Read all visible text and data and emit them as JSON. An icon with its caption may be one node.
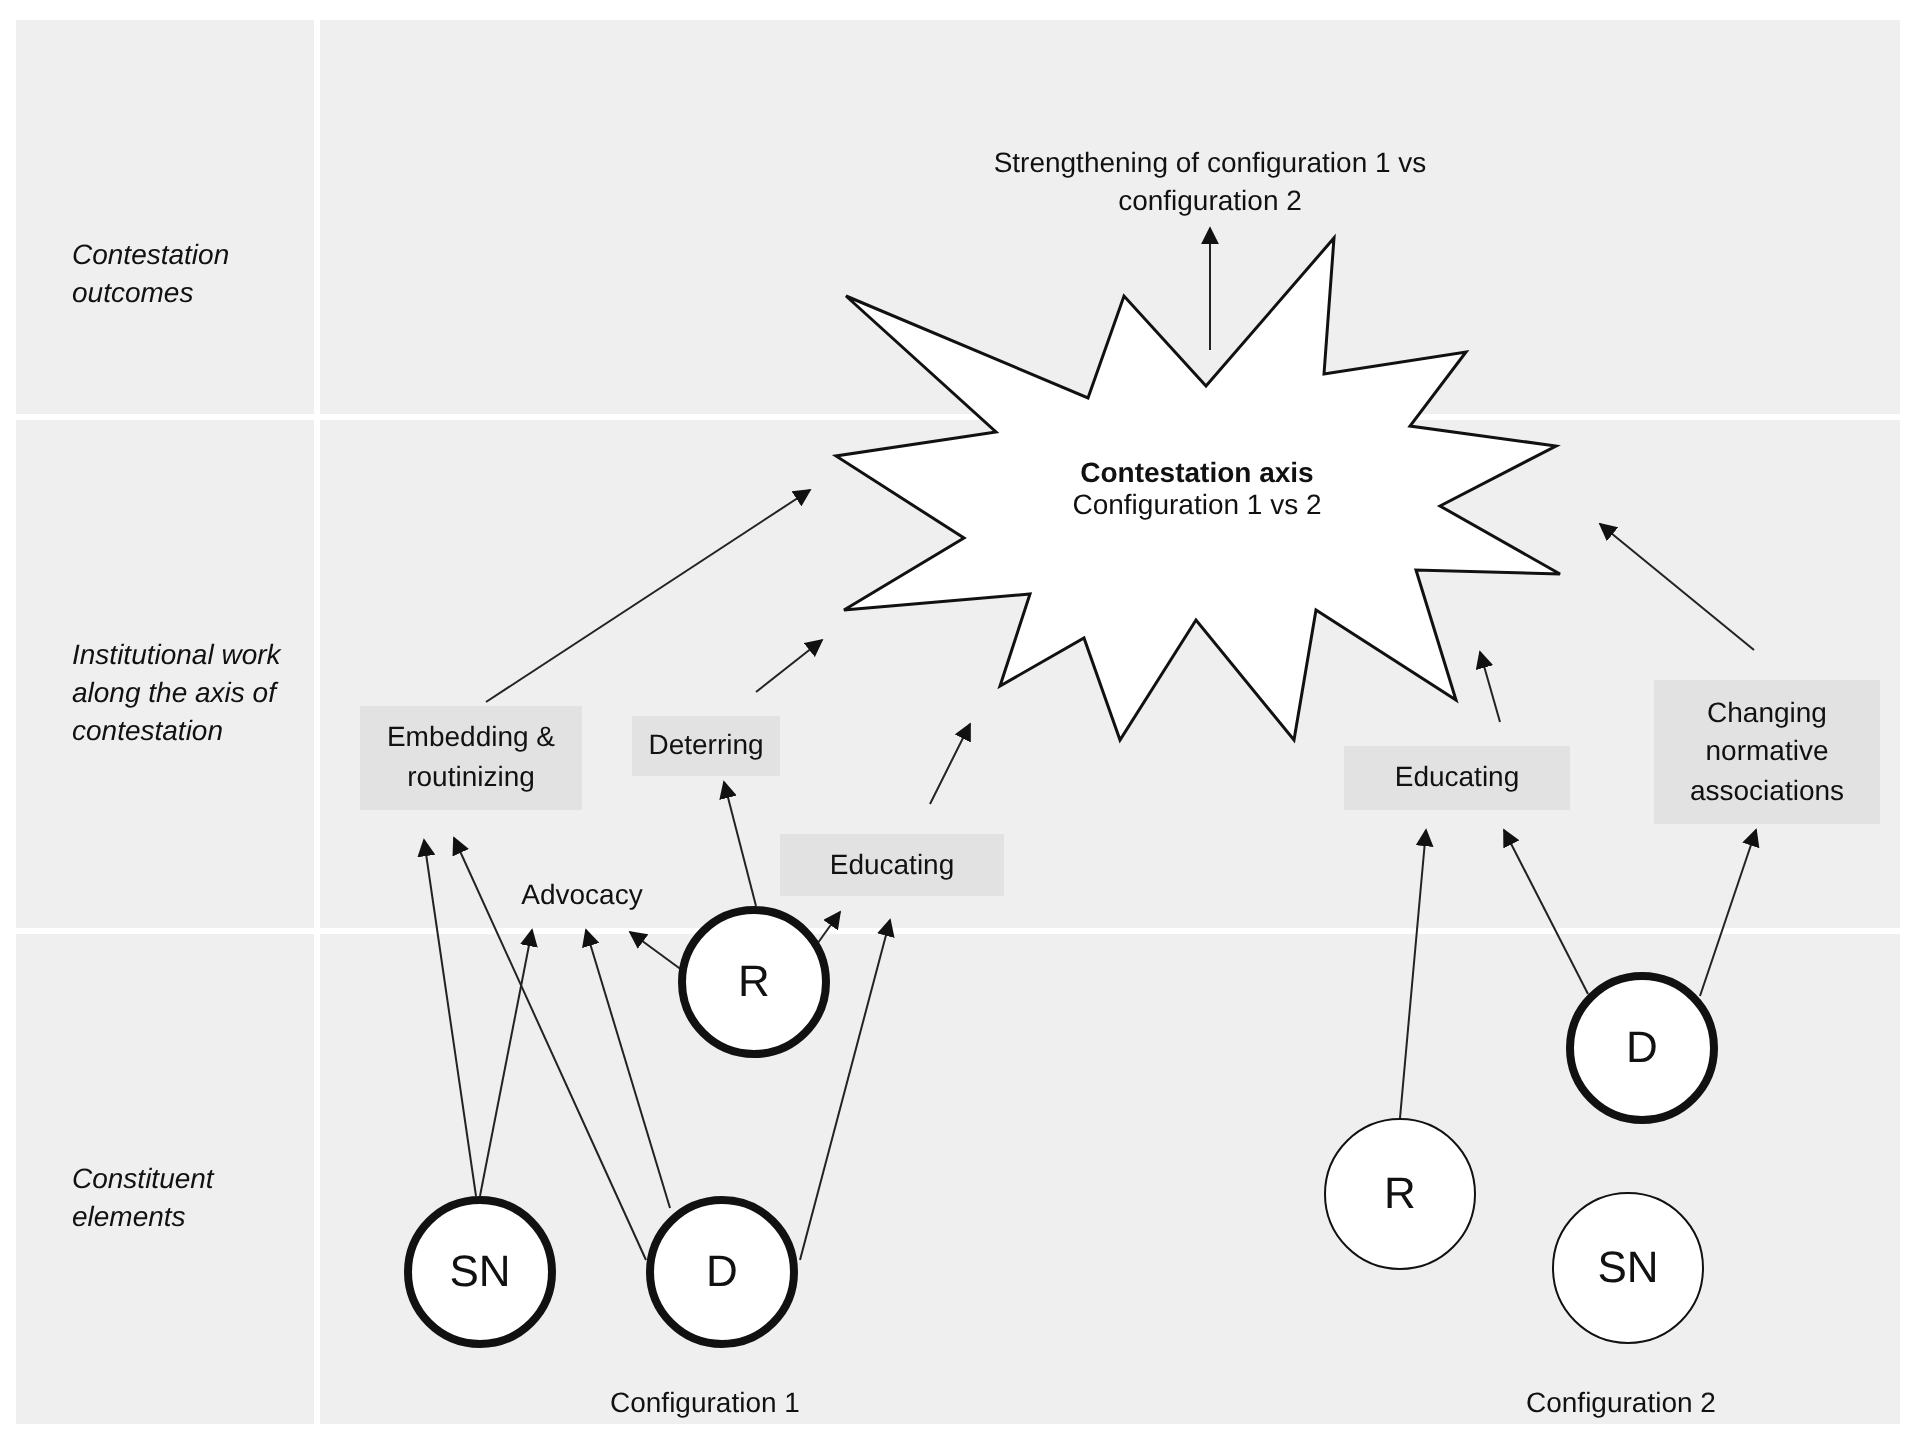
{
  "diagram": {
    "nodes": [
      {
        "text": [
          "Strengthening of configuration 1 vs configuration 2"
        ]
      },
      {
        "text": [
          "Contestation axis",
          "Configuration 1 vs 2"
        ]
      },
      {
        "text": [
          "Embedding & routinizing"
        ]
      },
      {
        "text": [
          "Deterring"
        ]
      },
      {
        "text": [
          "Educating"
        ]
      },
      {
        "text": [
          "Advocacy"
        ]
      },
      {
        "text": [
          "Educating"
        ]
      },
      {
        "text": [
          "Changing normative associations"
        ]
      },
      {
        "text": [
          "R"
        ]
      },
      {
        "text": [
          "SN"
        ]
      },
      {
        "text": [
          "D"
        ]
      },
      {
        "text": [
          "D"
        ]
      },
      {
        "text": [
          "R"
        ]
      },
      {
        "text": [
          "SN"
        ]
      }
    ],
    "edges": [
      {
        "from": 1,
        "to": 0,
        "arrow": "to"
      },
      {
        "from": 2,
        "to": 1,
        "arrow": "to"
      },
      {
        "from": 3,
        "to": 1,
        "arrow": "to"
      },
      {
        "from": 4,
        "to": 1,
        "arrow": "to"
      },
      {
        "from": 6,
        "to": 1,
        "arrow": "to"
      },
      {
        "from": 7,
        "to": 1,
        "arrow": "to"
      },
      {
        "from": 8,
        "to": 3,
        "arrow": "to"
      },
      {
        "from": 8,
        "to": 5,
        "arrow": "to"
      },
      {
        "from": 8,
        "to": 4,
        "arrow": "to"
      },
      {
        "from": 9,
        "to": 2,
        "arrow": "to"
      },
      {
        "from": 9,
        "to": 5,
        "arrow": "to"
      },
      {
        "from": 10,
        "to": 2,
        "arrow": "to"
      },
      {
        "from": 10,
        "to": 5,
        "arrow": "to"
      },
      {
        "from": 10,
        "to": 4,
        "arrow": "to"
      },
      {
        "from": 11,
        "to": 6,
        "arrow": "to"
      },
      {
        "from": 11,
        "to": 7,
        "arrow": "to"
      },
      {
        "from": 12,
        "to": 6,
        "arrow": "to"
      }
    ],
    "labels": [
      "Contestation outcomes",
      "Institutional work along the axis of contestation",
      "Constituent elements",
      "Configuration 1",
      "Configuration 2"
    ]
  }
}
